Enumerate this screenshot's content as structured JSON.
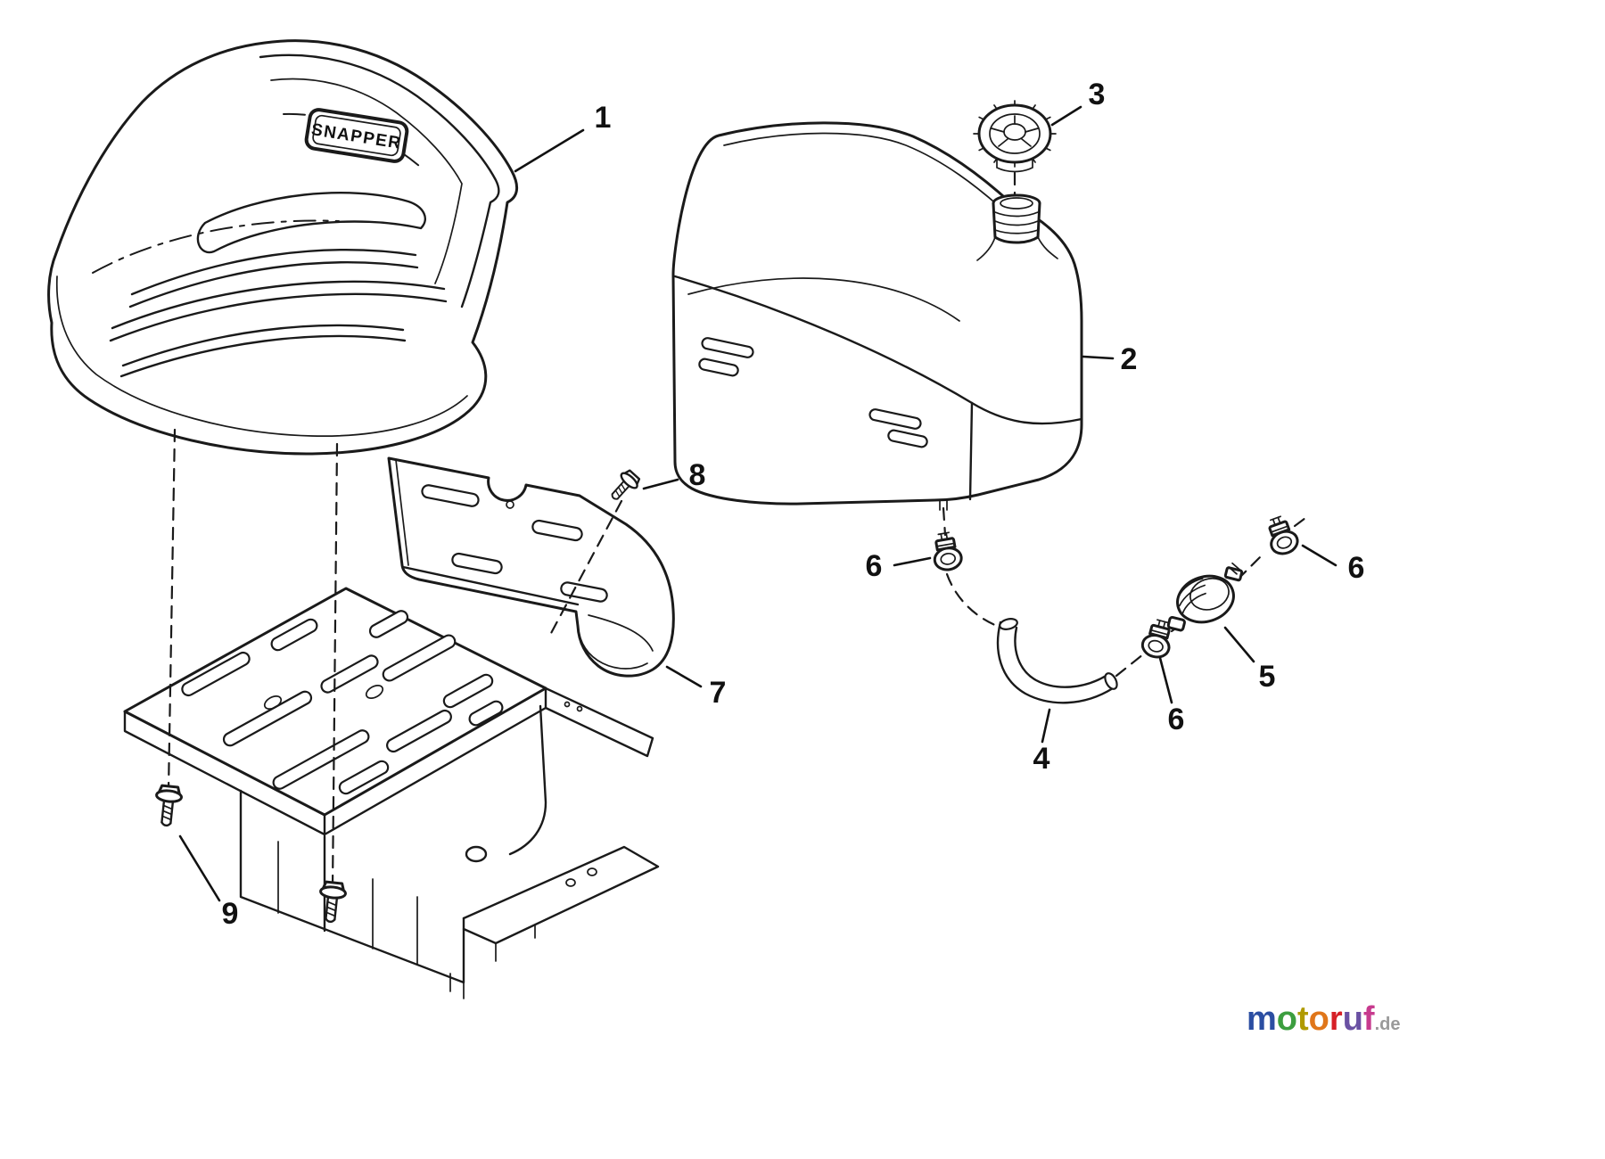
{
  "diagram": {
    "badge_text": "SNAPPER",
    "callouts": [
      {
        "label": "1"
      },
      {
        "label": "2"
      },
      {
        "label": "3"
      },
      {
        "label": "4"
      },
      {
        "label": "5"
      },
      {
        "label": "6"
      },
      {
        "label": "6"
      },
      {
        "label": "6"
      },
      {
        "label": "7"
      },
      {
        "label": "8"
      },
      {
        "label": "9"
      }
    ],
    "watermark": {
      "letters": [
        {
          "ch": "m",
          "color": "#2b4ea2"
        },
        {
          "ch": "o",
          "color": "#3c9e3f"
        },
        {
          "ch": "t",
          "color": "#b09a00"
        },
        {
          "ch": "o",
          "color": "#e0761a"
        },
        {
          "ch": "r",
          "color": "#d62027"
        },
        {
          "ch": "u",
          "color": "#6a51a3"
        },
        {
          "ch": "f",
          "color": "#c73a8e"
        }
      ],
      "suffix": ".de",
      "suffix_color": "#9a9a9a"
    }
  }
}
